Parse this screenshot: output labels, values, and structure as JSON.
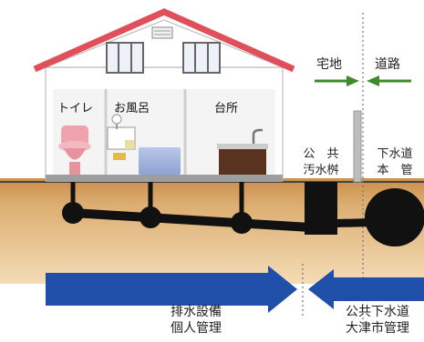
{
  "rooms": {
    "toilet": "トイレ",
    "bath": "お風呂",
    "kitchen": "台所"
  },
  "boundary": {
    "private_land": "宅地",
    "road": "道路"
  },
  "public_basin": {
    "line1": "公　共",
    "line2": "汚水桝"
  },
  "main_sewer": {
    "line1": "下水道",
    "line2": "本　管"
  },
  "private_section": {
    "line1": "排水設備",
    "line2": "個人管理"
  },
  "public_section": {
    "line1": "公共下水道",
    "line2": "大津市管理"
  },
  "colors": {
    "roof": "#e0505a",
    "wall": "#ffffff",
    "ground": "#d8a768",
    "pipe": "#111111",
    "boundary_arrow": "#3f8a2a",
    "section_arrow": "#1f4fa8"
  },
  "icons": [
    "toilet-icon",
    "bathtub-icon",
    "kitchen-sink-icon",
    "manhole-icon",
    "sewer-pipe-icon"
  ]
}
